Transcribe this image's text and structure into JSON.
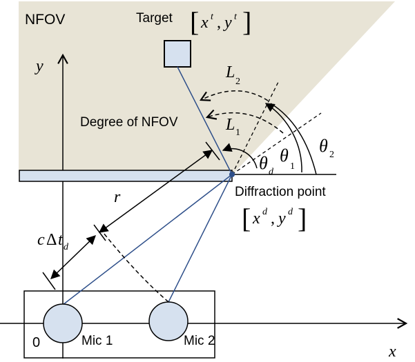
{
  "region_label": "NFOV",
  "target_label": "Target",
  "target_coords": {
    "x": "x",
    "x_sup": "t",
    "y": "y",
    "y_sup": "t"
  },
  "degree_label": "Degree of NFOV",
  "diffraction_label": "Diffraction point",
  "diffraction_coords": {
    "x": "x",
    "x_sup": "d",
    "y": "y",
    "y_sup": "d"
  },
  "axis": {
    "x": "x",
    "y": "y",
    "origin": "0"
  },
  "paths": {
    "l1": "L",
    "l1_sub": "1",
    "l2": "L",
    "l2_sub": "2"
  },
  "angles": {
    "theta_d": "θ",
    "theta_d_sub": "d",
    "theta_1": "θ",
    "theta_1_sub": "1",
    "theta_2": "θ",
    "theta_2_sub": "2"
  },
  "r_label": "r",
  "delay_label": {
    "c": "c",
    "delta": "Δ",
    "t": "t",
    "sub": "d"
  },
  "mic1_label": "Mic 1",
  "mic2_label": "Mic 2",
  "colors": {
    "nfov_fill": "#e8e4d6",
    "blue_line": "#2e4f8a",
    "fill_light_blue": "#d6e1ef",
    "stroke": "#000000"
  }
}
